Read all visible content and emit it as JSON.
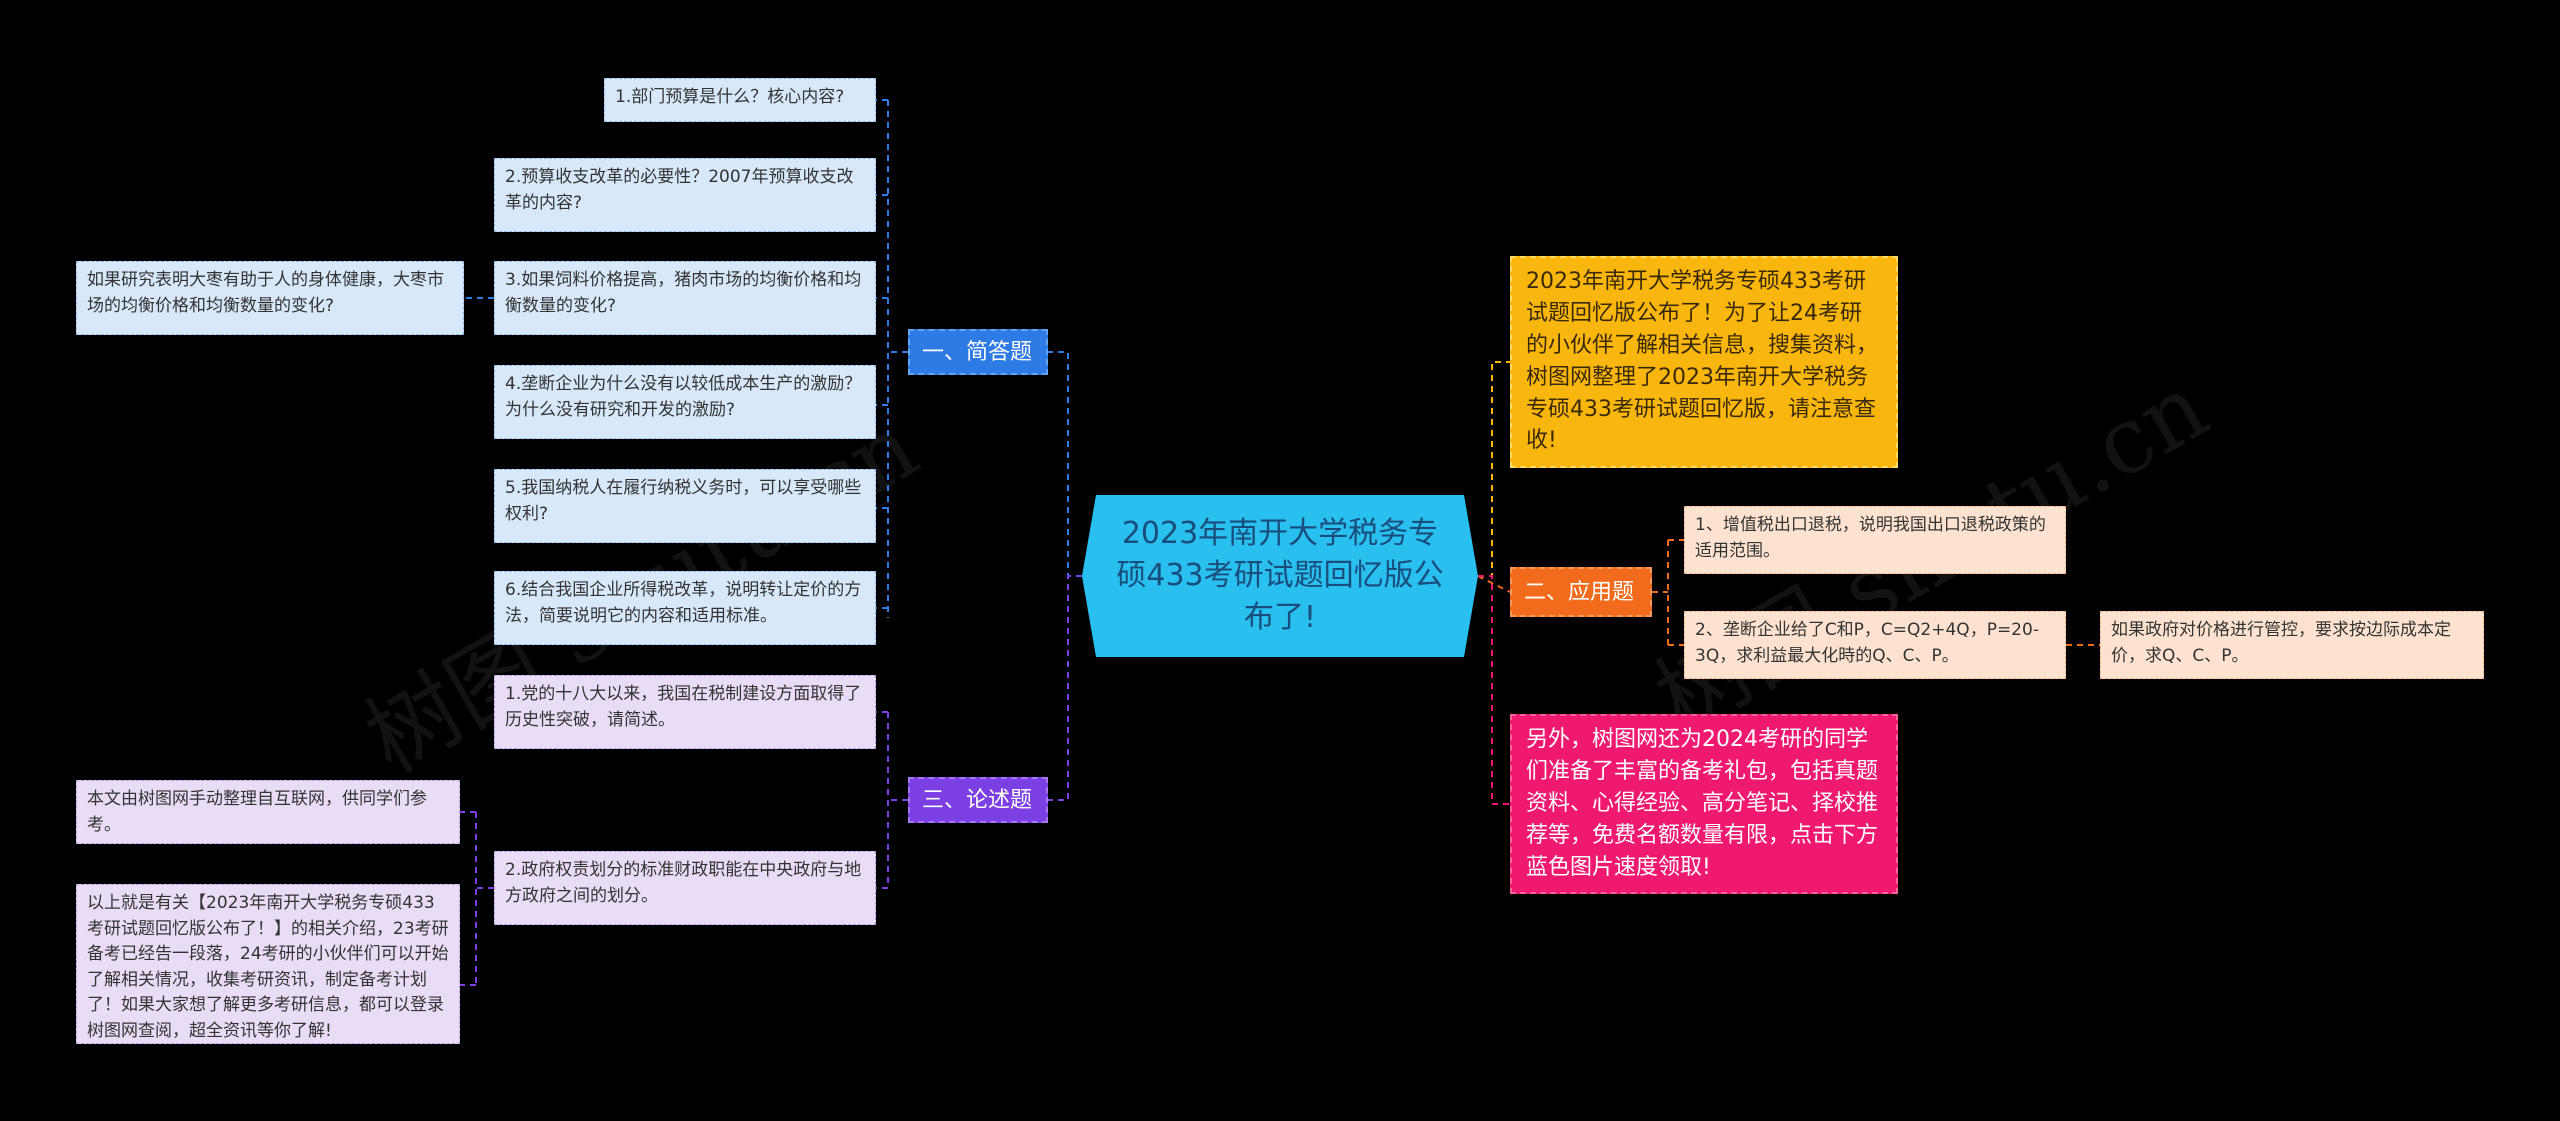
{
  "watermark": [
    "树图 shutu.cn",
    "树图 shutu.cn"
  ],
  "root": {
    "label": "2023年南开大学税务专硕433考研试题回忆版公布了!"
  },
  "branches": {
    "short_answer": {
      "label": "一、简答题",
      "items": [
        "1.部门预算是什么？核心内容?",
        "2.预算收支改革的必要性？2007年预算收支改革的内容?",
        "3.如果饲料价格提高，猪肉市场的均衡价格和均衡数量的变化?",
        "4.垄断企业为什么没有以较低成本生产的激励？为什么没有研究和开发的激励?",
        "5.我国纳税人在履行纳税义务时，可以享受哪些权利?",
        "6.结合我国企业所得税改革，说明转让定价的方法，简要说明它的内容和适用标准。"
      ],
      "sub_item": "如果研究表明大枣有助于人的身体健康，大枣市场的均衡价格和均衡数量的变化?"
    },
    "essay": {
      "label": "三、论述题",
      "items": [
        "1.党的十八大以来，我国在税制建设方面取得了历史性突破，请简述。",
        "2.政府权责划分的标准财政职能在中央政府与地方政府之间的划分。"
      ],
      "sub_items": [
        "本文由树图网手动整理自互联网，供同学们参考。",
        "以上就是有关【2023年南开大学税务专硕433考研试题回忆版公布了！】的相关介绍，23考研备考已经告一段落，24考研的小伙伴们可以开始了解相关情况，收集考研资讯，制定备考计划了！如果大家想了解更多考研信息，都可以登录树图网查阅，超全资讯等你了解!"
      ]
    },
    "intro": "2023年南开大学税务专硕433考研试题回忆版公布了！为了让24考研的小伙伴了解相关信息，搜集资料，树图网整理了2023年南开大学税务专硕433考研试题回忆版，请注意查收!",
    "application": {
      "label": "二、应用题",
      "items": [
        "1、增值税出口退税，说明我国出口退税政策的适用范围。",
        "2、垄断企业给了C和P，C=Q2+4Q，P=20-3Q，求利益最大化時的Q、C、P。"
      ],
      "sub_item": "如果政府对价格进行管控，要求按边际成本定价，求Q、C、P。"
    },
    "promo": "另外，树图网还为2024考研的同学们准备了丰富的备考礼包，包括真题资料、心得经验、高分笔记、择校推荐等，免费名额数量有限，点击下方蓝色图片速度领取!"
  },
  "colors": {
    "short_answer": "#2e7be6",
    "essay": "#7b3fe4",
    "application": "#f26a1b",
    "intro": "#f9b60e",
    "promo": "#ef1a70",
    "root": "#29c0f0"
  }
}
